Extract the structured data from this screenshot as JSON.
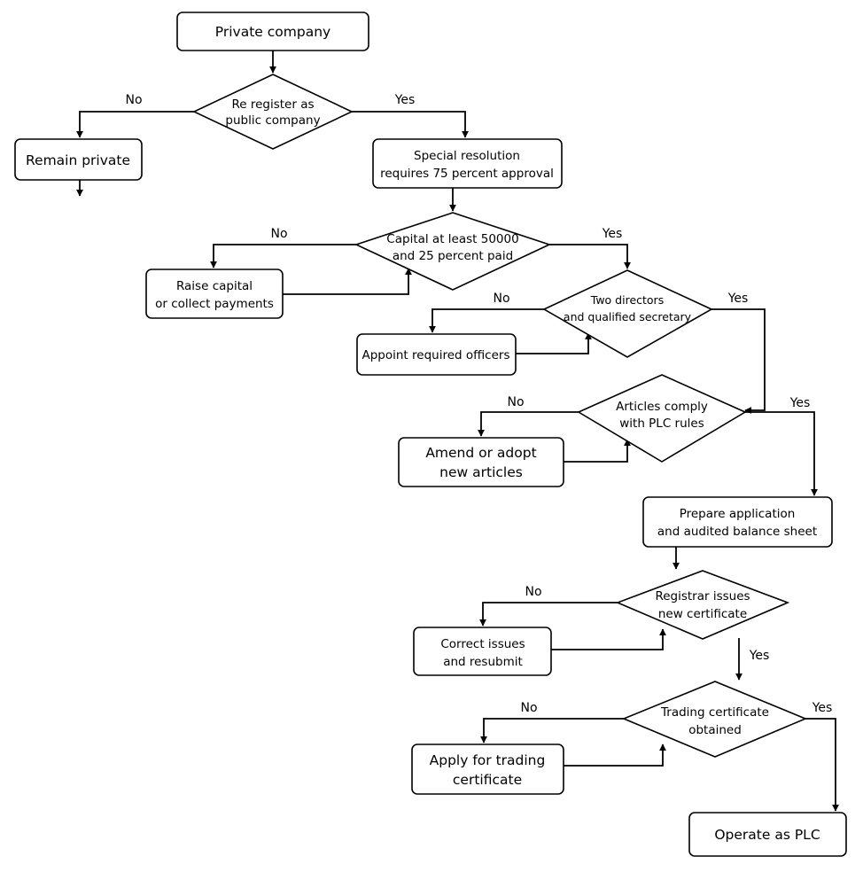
{
  "diagram": {
    "nodes": {
      "private_company": [
        "Private company"
      ],
      "re_register": [
        "Re register as",
        "public company"
      ],
      "remain_private": [
        "Remain private"
      ],
      "special_resolution": [
        "Special resolution",
        "requires 75 percent approval"
      ],
      "capital_check": [
        "Capital at least 50000",
        "and 25 percent paid"
      ],
      "raise_capital": [
        "Raise capital",
        "or collect payments"
      ],
      "directors_check": [
        "Two directors",
        "and qualified secretary"
      ],
      "appoint_officers": [
        "Appoint required officers"
      ],
      "articles_check": [
        "Articles comply",
        "with PLC rules"
      ],
      "amend_articles": [
        "Amend or adopt",
        "new articles"
      ],
      "prepare_application": [
        "Prepare application",
        "and audited balance sheet"
      ],
      "registrar_check": [
        "Registrar issues",
        "new certificate"
      ],
      "correct_issues": [
        "Correct issues",
        "and resubmit"
      ],
      "trading_check": [
        "Trading certificate",
        "obtained"
      ],
      "apply_trading": [
        "Apply for trading",
        "certificate"
      ],
      "operate_plc": [
        "Operate as PLC"
      ]
    },
    "edge_labels": {
      "yes": "Yes",
      "no": "No"
    }
  }
}
